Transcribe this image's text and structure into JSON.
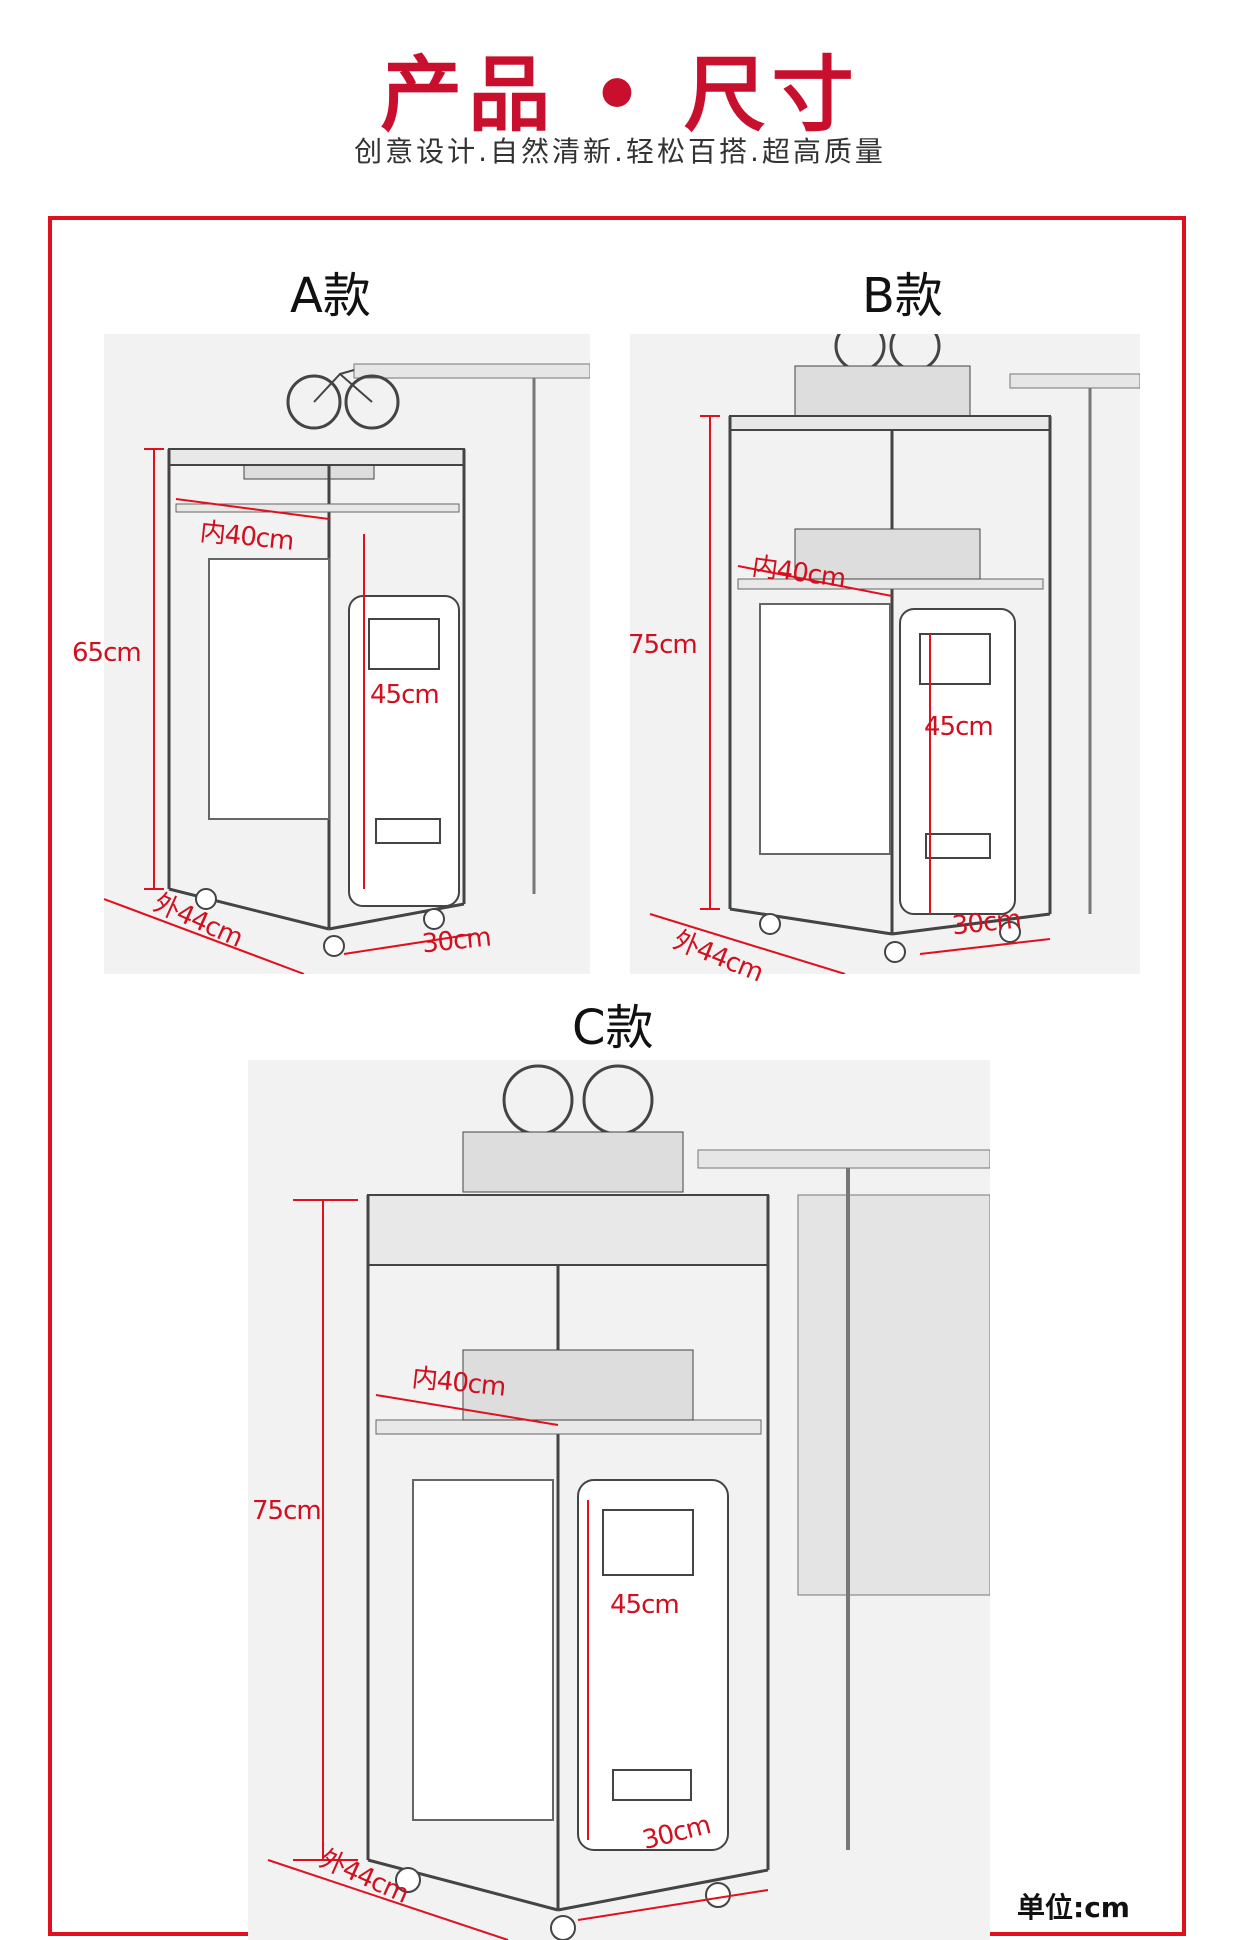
{
  "header": {
    "title": "产品 • 尺寸",
    "subtitle": "创意设计.自然清新.轻松百搭.超高质量"
  },
  "models": {
    "a": {
      "label": "A款",
      "outer": "外44cm",
      "inner": "内40cm",
      "height": "65cm",
      "depth": "30cm",
      "host": "45cm"
    },
    "b": {
      "label": "B款",
      "outer": "外44cm",
      "inner": "内40cm",
      "height": "75cm",
      "depth": "30cm",
      "host": "45cm"
    },
    "c": {
      "label": "C款",
      "outer": "外44cm",
      "inner": "内40cm",
      "height": "75cm",
      "depth": "30cm",
      "host": "45cm"
    }
  },
  "unit": "单位:cm",
  "colors": {
    "accent": "#e0101e",
    "title": "#c8102e"
  }
}
